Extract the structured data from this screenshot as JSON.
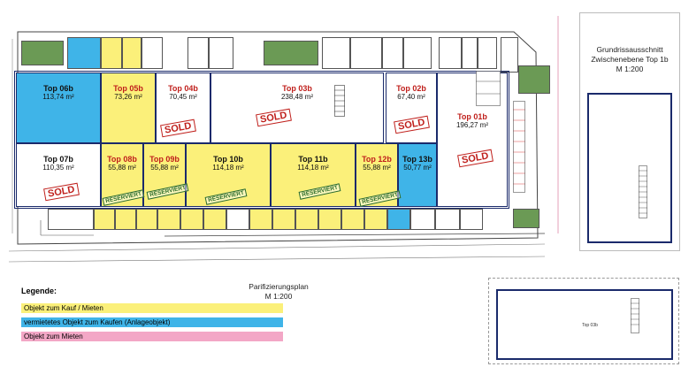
{
  "units": {
    "top06b": {
      "name": "Top 06b",
      "area": "113,74 m²"
    },
    "top05b": {
      "name": "Top 05b",
      "area": "73,26 m²"
    },
    "top04b": {
      "name": "Top 04b",
      "area": "70,45 m²"
    },
    "top03b": {
      "name": "Top 03b",
      "area": "238,48 m²"
    },
    "top02b": {
      "name": "Top 02b",
      "area": "67,40 m²"
    },
    "top01b": {
      "name": "Top 01b",
      "area": "196,27 m²"
    },
    "top07b": {
      "name": "Top 07b",
      "area": "110,35 m²"
    },
    "top08b": {
      "name": "Top 08b",
      "area": "55,88 m²"
    },
    "top09b": {
      "name": "Top 09b",
      "area": "55,88 m²"
    },
    "top10b": {
      "name": "Top 10b",
      "area": "114,18 m²"
    },
    "top11b": {
      "name": "Top 11b",
      "area": "114,18 m²"
    },
    "top12b": {
      "name": "Top 12b",
      "area": "55,88 m²"
    },
    "top13b": {
      "name": "Top 13b",
      "area": "50,77 m²"
    }
  },
  "stamps": {
    "sold": "SOLD",
    "reserved": "RESERVIERT"
  },
  "colors": {
    "yellow": "#fbf07a",
    "blue": "#3fb4e8",
    "pink": "#f3a7c6",
    "outline": "#1a2a6b",
    "stamp_red": "#c0201c",
    "stamp_green": "#2a6b2a"
  },
  "inset_top": {
    "title_line1": "Grundrissausschnitt",
    "title_line2": "Zwischenebene Top 1b",
    "scale": "M 1:200"
  },
  "plan_caption": {
    "title": "Parifizierungsplan",
    "scale": "M 1:200"
  },
  "legend": {
    "title": "Legende:",
    "items": [
      {
        "label": "Objekt zum Kauf / Mieten"
      },
      {
        "label": "vermietetes Objekt zum Kaufen (Anlageobjekt)"
      },
      {
        "label": "Objekt zum Mieten"
      }
    ]
  },
  "inset_bottom": {
    "label": "Top 03b"
  }
}
